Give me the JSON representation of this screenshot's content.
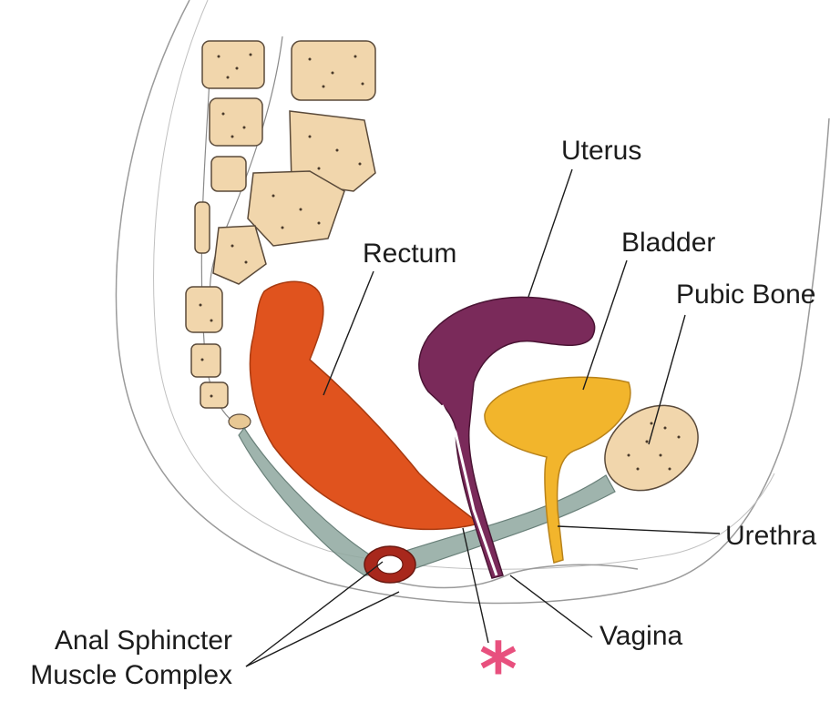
{
  "labels": {
    "uterus": "Uterus",
    "bladder": "Bladder",
    "pubic_bone": "Pubic Bone",
    "rectum": "Rectum",
    "urethra": "Urethra",
    "vagina": "Vagina",
    "anal_sphincter_line1": "Anal Sphincter",
    "anal_sphincter_line2": "Muscle Complex"
  },
  "marker": {
    "symbol": "*",
    "color": "#e8507e"
  },
  "colors": {
    "bone": "#f1d6ac",
    "rectum": "#e0531e",
    "uterus": "#7a2a5a",
    "bladder": "#f2b52c",
    "muscle": "#6f8f86",
    "sphincter": "#a8281c"
  }
}
